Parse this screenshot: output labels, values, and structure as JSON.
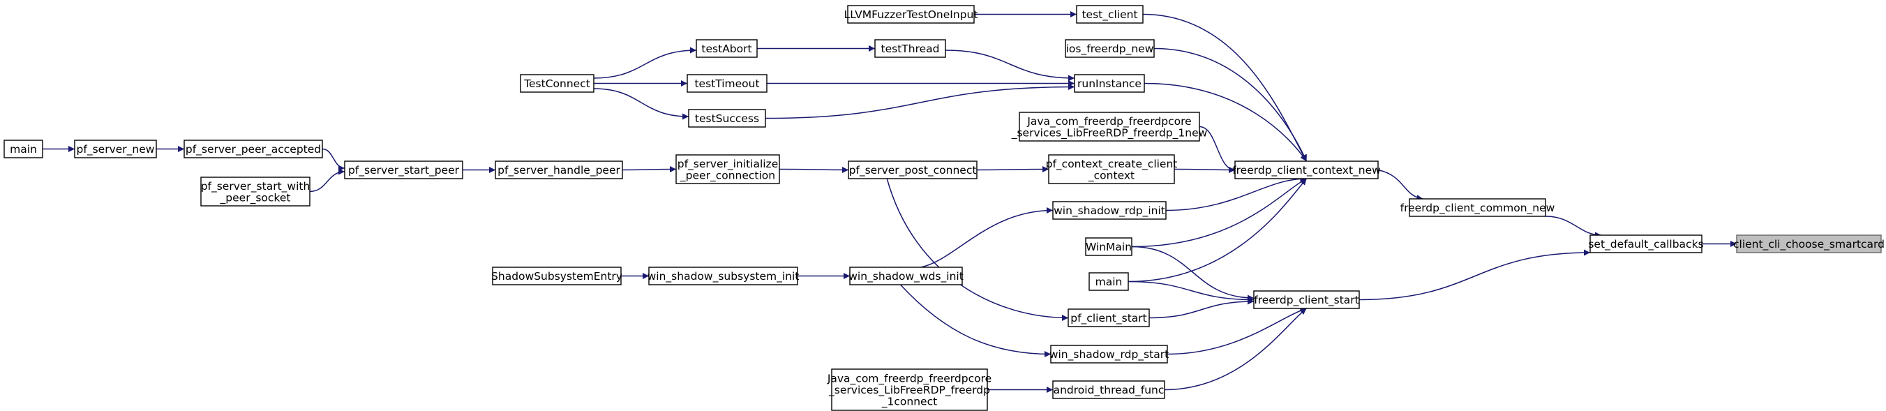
{
  "colors": {
    "edge": "#191970",
    "arrow_head": "#191970",
    "node_border": "#000000",
    "focus_node_fill": "#bfbfbf",
    "background": "#ffffff"
  },
  "nodes": [
    {
      "id": "target",
      "lines": [
        "client_cli_choose_smartcard"
      ],
      "focus": true
    },
    {
      "id": "set_default_callbacks",
      "lines": [
        "set_default_callbacks"
      ]
    },
    {
      "id": "freerdp_client_common_new",
      "lines": [
        "freerdp_client_common_new"
      ]
    },
    {
      "id": "freerdp_client_start",
      "lines": [
        "freerdp_client_start"
      ]
    },
    {
      "id": "freerdp_client_context_new",
      "lines": [
        "freerdp_client_context_new"
      ]
    },
    {
      "id": "test_client",
      "lines": [
        "test_client"
      ]
    },
    {
      "id": "LLVMFuzzerTestOneInput",
      "lines": [
        "LLVMFuzzerTestOneInput"
      ]
    },
    {
      "id": "ios_freerdp_new",
      "lines": [
        "ios_freerdp_new"
      ]
    },
    {
      "id": "runInstance",
      "lines": [
        "runInstance"
      ]
    },
    {
      "id": "testThread",
      "lines": [
        "testThread"
      ]
    },
    {
      "id": "testAbort",
      "lines": [
        "testAbort"
      ]
    },
    {
      "id": "testTimeout",
      "lines": [
        "testTimeout"
      ]
    },
    {
      "id": "testSuccess",
      "lines": [
        "testSuccess"
      ]
    },
    {
      "id": "TestConnect",
      "lines": [
        "TestConnect"
      ]
    },
    {
      "id": "java_new",
      "lines": [
        "Java_com_freerdp_freerdpcore",
        "_services_LibFreeRDP_freerdp_1new"
      ]
    },
    {
      "id": "pf_context_create_client_context",
      "lines": [
        "pf_context_create_client",
        "_context"
      ]
    },
    {
      "id": "pf_server_post_connect",
      "lines": [
        "pf_server_post_connect"
      ]
    },
    {
      "id": "pf_server_initialize_peer_connection",
      "lines": [
        "pf_server_initialize",
        "_peer_connection"
      ]
    },
    {
      "id": "pf_server_handle_peer",
      "lines": [
        "pf_server_handle_peer"
      ]
    },
    {
      "id": "pf_server_start_peer",
      "lines": [
        "pf_server_start_peer"
      ]
    },
    {
      "id": "pf_server_peer_accepted",
      "lines": [
        "pf_server_peer_accepted"
      ]
    },
    {
      "id": "pf_server_start_with_peer_socket",
      "lines": [
        "pf_server_start_with",
        "_peer_socket"
      ]
    },
    {
      "id": "pf_server_new",
      "lines": [
        "pf_server_new"
      ]
    },
    {
      "id": "main_left",
      "lines": [
        "main"
      ]
    },
    {
      "id": "win_shadow_rdp_init",
      "lines": [
        "win_shadow_rdp_init"
      ]
    },
    {
      "id": "WinMain",
      "lines": [
        "WinMain"
      ]
    },
    {
      "id": "main_mid",
      "lines": [
        "main"
      ]
    },
    {
      "id": "win_shadow_wds_init",
      "lines": [
        "win_shadow_wds_init"
      ]
    },
    {
      "id": "win_shadow_subsystem_init",
      "lines": [
        "win_shadow_subsystem_init"
      ]
    },
    {
      "id": "ShadowSubsystemEntry",
      "lines": [
        "ShadowSubsystemEntry"
      ]
    },
    {
      "id": "pf_client_start",
      "lines": [
        "pf_client_start"
      ]
    },
    {
      "id": "win_shadow_rdp_start",
      "lines": [
        "win_shadow_rdp_start"
      ]
    },
    {
      "id": "android_thread_func",
      "lines": [
        "android_thread_func"
      ]
    },
    {
      "id": "java_connect",
      "lines": [
        "Java_com_freerdp_freerdpcore",
        "_services_LibFreeRDP_freerdp",
        "_1connect"
      ]
    }
  ],
  "edges": [
    {
      "from": "set_default_callbacks",
      "to": "target"
    },
    {
      "from": "freerdp_client_common_new",
      "to": "set_default_callbacks"
    },
    {
      "from": "freerdp_client_start",
      "to": "set_default_callbacks"
    },
    {
      "from": "freerdp_client_context_new",
      "to": "freerdp_client_common_new"
    },
    {
      "from": "test_client",
      "to": "freerdp_client_context_new"
    },
    {
      "from": "ios_freerdp_new",
      "to": "freerdp_client_context_new"
    },
    {
      "from": "runInstance",
      "to": "freerdp_client_context_new"
    },
    {
      "from": "java_new",
      "to": "freerdp_client_context_new"
    },
    {
      "from": "pf_context_create_client_context",
      "to": "freerdp_client_context_new"
    },
    {
      "from": "win_shadow_rdp_init",
      "to": "freerdp_client_context_new"
    },
    {
      "from": "WinMain",
      "to": "freerdp_client_context_new"
    },
    {
      "from": "main_mid",
      "to": "freerdp_client_context_new"
    },
    {
      "from": "LLVMFuzzerTestOneInput",
      "to": "test_client"
    },
    {
      "from": "testThread",
      "to": "runInstance"
    },
    {
      "from": "testTimeout",
      "to": "runInstance"
    },
    {
      "from": "testSuccess",
      "to": "runInstance"
    },
    {
      "from": "testAbort",
      "to": "testThread"
    },
    {
      "from": "TestConnect",
      "to": "testAbort"
    },
    {
      "from": "TestConnect",
      "to": "testTimeout"
    },
    {
      "from": "TestConnect",
      "to": "testSuccess"
    },
    {
      "from": "pf_server_post_connect",
      "to": "pf_context_create_client_context"
    },
    {
      "from": "pf_server_initialize_peer_connection",
      "to": "pf_server_post_connect"
    },
    {
      "from": "pf_server_handle_peer",
      "to": "pf_server_initialize_peer_connection"
    },
    {
      "from": "pf_server_start_peer",
      "to": "pf_server_handle_peer"
    },
    {
      "from": "pf_server_peer_accepted",
      "to": "pf_server_start_peer"
    },
    {
      "from": "pf_server_start_with_peer_socket",
      "to": "pf_server_start_peer"
    },
    {
      "from": "pf_server_new",
      "to": "pf_server_peer_accepted"
    },
    {
      "from": "main_left",
      "to": "pf_server_new"
    },
    {
      "from": "win_shadow_wds_init",
      "to": "win_shadow_rdp_init"
    },
    {
      "from": "win_shadow_subsystem_init",
      "to": "win_shadow_wds_init"
    },
    {
      "from": "ShadowSubsystemEntry",
      "to": "win_shadow_subsystem_init"
    },
    {
      "from": "WinMain",
      "to": "freerdp_client_start"
    },
    {
      "from": "main_mid",
      "to": "freerdp_client_start"
    },
    {
      "from": "pf_client_start",
      "to": "freerdp_client_start"
    },
    {
      "from": "win_shadow_rdp_start",
      "to": "freerdp_client_start"
    },
    {
      "from": "android_thread_func",
      "to": "freerdp_client_start"
    },
    {
      "from": "pf_server_post_connect",
      "to": "pf_client_start"
    },
    {
      "from": "win_shadow_wds_init",
      "to": "win_shadow_rdp_start"
    },
    {
      "from": "java_connect",
      "to": "android_thread_func"
    }
  ]
}
